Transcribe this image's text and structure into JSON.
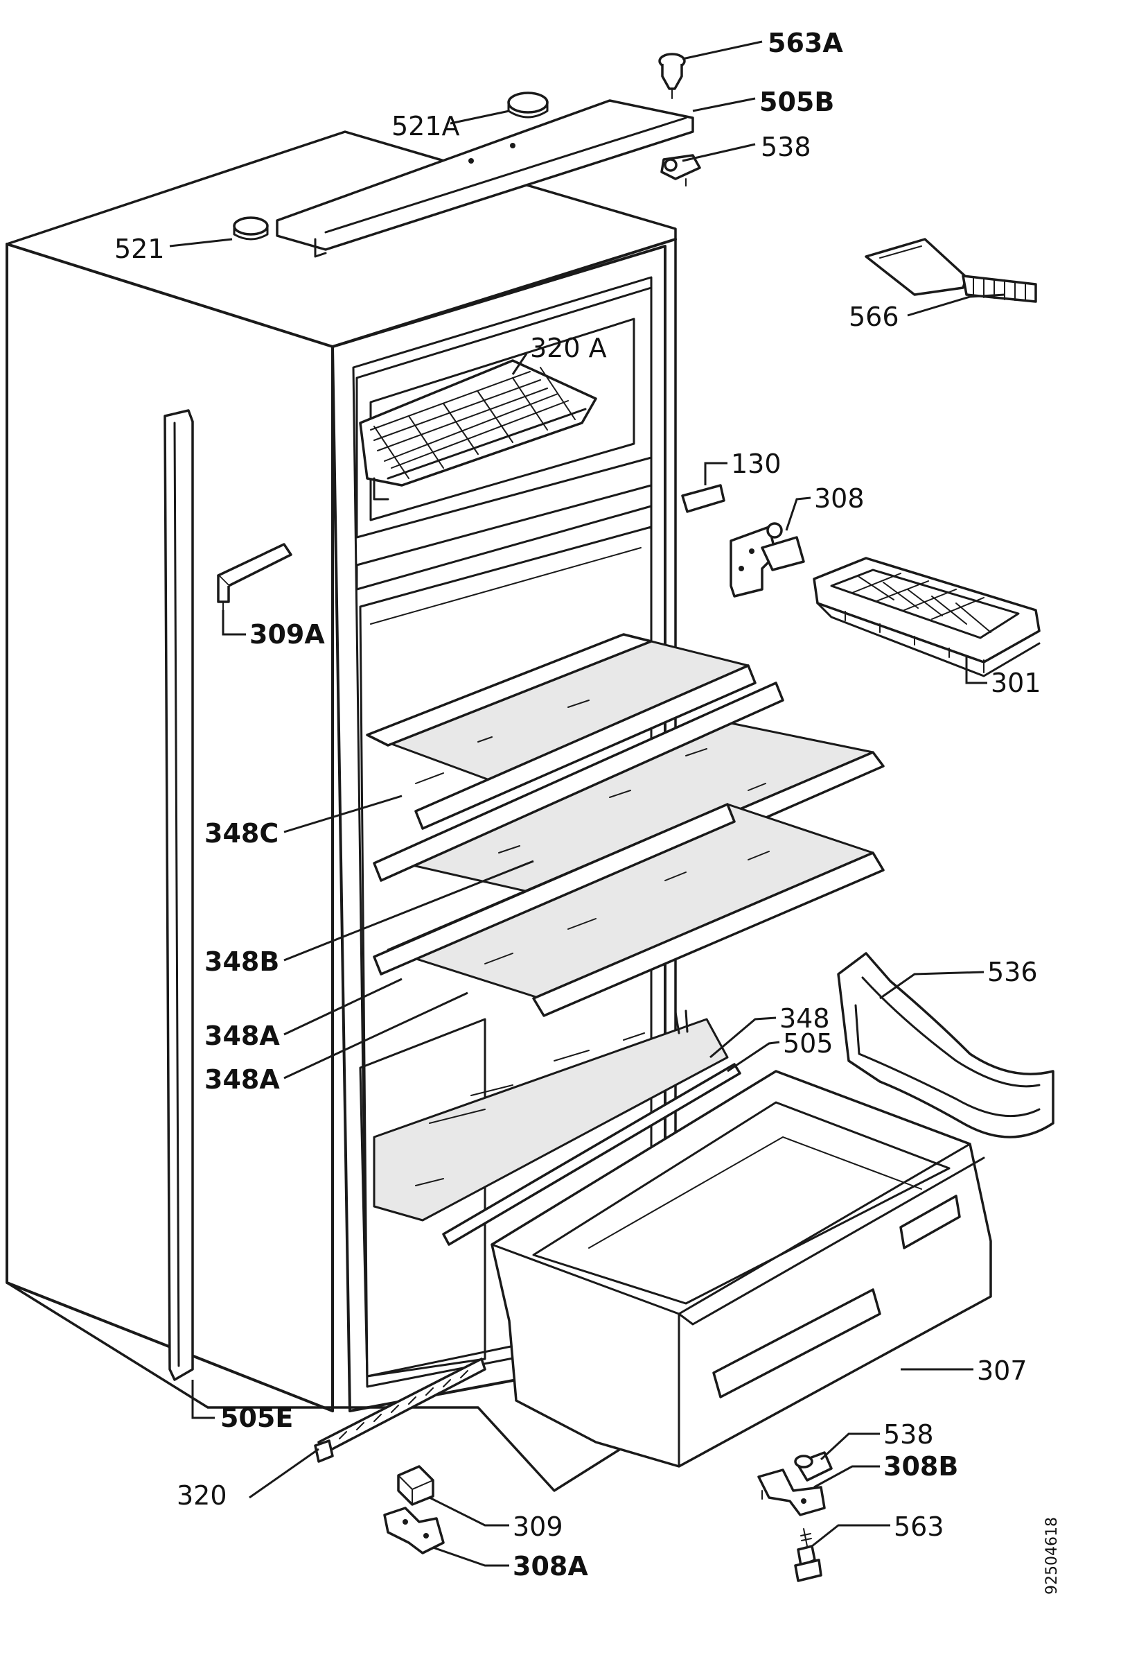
{
  "diagram": {
    "reference_number": "92504618",
    "labels": {
      "p563A": "563A",
      "p505B": "505B",
      "p521A": "521A",
      "p538_top": "538",
      "p521": "521",
      "p566": "566",
      "p320A": "320 A",
      "p130": "130",
      "p308": "308",
      "p309A": "309A",
      "p301": "301",
      "p348C": "348C",
      "p536": "536",
      "p348B": "348B",
      "p348": "348",
      "p505": "505",
      "p348A_1": "348A",
      "p348A_2": "348A",
      "p307": "307",
      "p505E": "505E",
      "p538_bottom": "538",
      "p308B": "308B",
      "p320": "320",
      "p563": "563",
      "p309": "309",
      "p308A": "308A"
    }
  }
}
